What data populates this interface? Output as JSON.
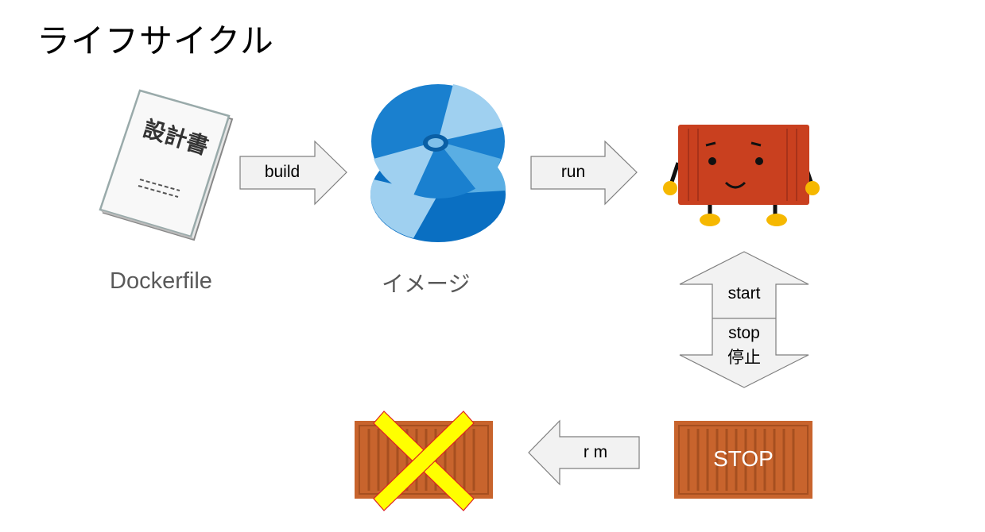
{
  "title": "ライフサイクル",
  "nodes": {
    "dockerfile": {
      "caption": "Dockerfile",
      "book_title": "設計書"
    },
    "image": {
      "caption": "イメージ"
    },
    "stopped_container": {
      "label": "STOP"
    }
  },
  "arrows": {
    "build": "build",
    "run": "run",
    "start": "start",
    "stop": "stop",
    "stop_jp": "停止",
    "rm": "r m"
  },
  "colors": {
    "container_running": "#c9401f",
    "container_stopped": "#c8642d",
    "cross": "#ffff00",
    "arrow_fill": "#f2f2f2",
    "disc_dark": "#0a6fc2",
    "disc_light": "#9fd0f0"
  }
}
